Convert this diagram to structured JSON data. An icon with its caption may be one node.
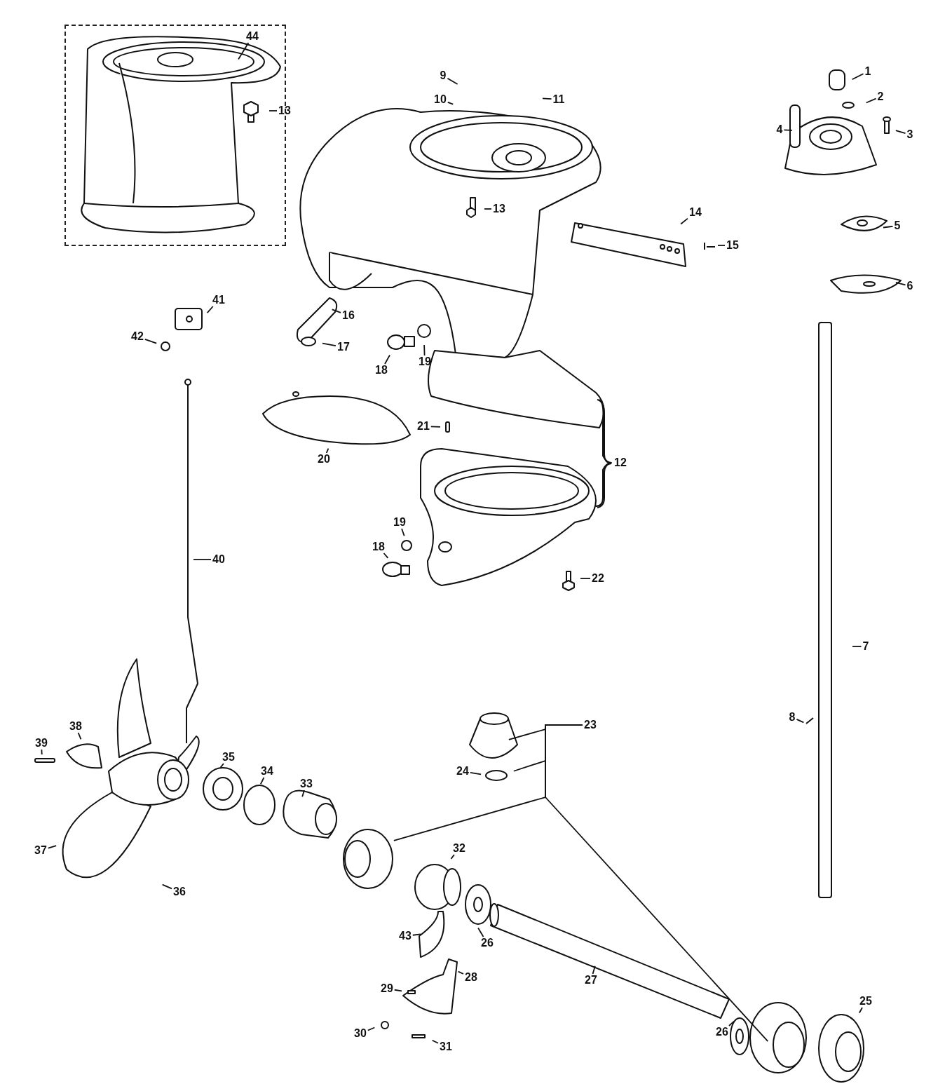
{
  "diagram": {
    "nodes": [
      {
        "text": [],
        "shape": "box"
      },
      {
        "text": [
          "44"
        ],
        "in": 0
      },
      {
        "text": [
          "13"
        ],
        "in": 0
      },
      {
        "text": [
          "9"
        ]
      },
      {
        "text": [
          "10"
        ]
      },
      {
        "text": [
          "11"
        ]
      },
      {
        "text": [
          "1"
        ]
      },
      {
        "text": [
          "2"
        ]
      },
      {
        "text": [
          "4"
        ]
      },
      {
        "text": [
          "3"
        ]
      },
      {
        "text": [
          "13"
        ]
      },
      {
        "text": [
          "14"
        ]
      },
      {
        "text": [
          "15"
        ]
      },
      {
        "text": [
          "5"
        ]
      },
      {
        "text": [
          "6"
        ]
      },
      {
        "text": [
          "41"
        ]
      },
      {
        "text": [
          "16"
        ]
      },
      {
        "text": [
          "42"
        ]
      },
      {
        "text": [
          "17"
        ]
      },
      {
        "text": [
          "18"
        ]
      },
      {
        "text": [
          "19"
        ]
      },
      {
        "text": [
          "21"
        ]
      },
      {
        "text": [
          "20"
        ]
      },
      {
        "text": [
          "19"
        ]
      },
      {
        "text": [
          "18"
        ]
      },
      {
        "text": [
          "22"
        ]
      },
      {
        "text": [
          "40"
        ]
      },
      {
        "text": [
          "7"
        ]
      },
      {
        "text": [
          "8"
        ]
      },
      {
        "text": [
          "23"
        ]
      },
      {
        "text": [
          "24"
        ]
      },
      {
        "text": [
          "38"
        ]
      },
      {
        "text": [
          "39"
        ]
      },
      {
        "text": [
          "35"
        ]
      },
      {
        "text": [
          "34"
        ]
      },
      {
        "text": [
          "33"
        ]
      },
      {
        "text": [
          "37"
        ]
      },
      {
        "text": [
          "36"
        ]
      },
      {
        "text": [
          "32"
        ]
      },
      {
        "text": [
          "43"
        ]
      },
      {
        "text": [
          "26"
        ]
      },
      {
        "text": [
          "27"
        ]
      },
      {
        "text": [
          "28"
        ]
      },
      {
        "text": [
          "29"
        ]
      },
      {
        "text": [
          "25"
        ]
      },
      {
        "text": [
          "30"
        ]
      },
      {
        "text": [
          "26"
        ]
      },
      {
        "text": [
          "31"
        ]
      }
    ],
    "edges": [
      {
        "from": 1,
        "to": null,
        "arrow": "none"
      },
      {
        "from": 2,
        "to": null,
        "arrow": "none"
      },
      {
        "from": 3,
        "to": null,
        "arrow": "none"
      },
      {
        "from": 4,
        "to": null,
        "arrow": "none"
      },
      {
        "from": 5,
        "to": null,
        "arrow": "none"
      },
      {
        "from": 6,
        "to": null,
        "arrow": "none"
      },
      {
        "from": 7,
        "to": null,
        "arrow": "none"
      },
      {
        "from": 8,
        "to": null,
        "arrow": "none"
      },
      {
        "from": 9,
        "to": null,
        "arrow": "none"
      },
      {
        "from": 10,
        "to": null,
        "arrow": "none"
      },
      {
        "from": 11,
        "to": null,
        "arrow": "none"
      },
      {
        "from": 12,
        "to": null,
        "arrow": "none"
      },
      {
        "from": 13,
        "to": null,
        "arrow": "none"
      },
      {
        "from": 14,
        "to": null,
        "arrow": "none"
      },
      {
        "from": 15,
        "to": null,
        "arrow": "none"
      },
      {
        "from": 16,
        "to": null,
        "arrow": "none"
      },
      {
        "from": 17,
        "to": null,
        "arrow": "none"
      },
      {
        "from": 18,
        "to": null,
        "arrow": "none"
      },
      {
        "from": 19,
        "to": null,
        "arrow": "none"
      },
      {
        "from": 20,
        "to": null,
        "arrow": "none"
      },
      {
        "from": 21,
        "to": null,
        "arrow": "none"
      },
      {
        "from": 22,
        "to": null,
        "arrow": "none"
      },
      {
        "from": 23,
        "to": null,
        "arrow": "none"
      },
      {
        "from": 24,
        "to": null,
        "arrow": "none"
      },
      {
        "from": 25,
        "to": null,
        "arrow": "none"
      },
      {
        "from": 26,
        "to": null,
        "arrow": "none"
      },
      {
        "from": 27,
        "to": null,
        "arrow": "none"
      },
      {
        "from": 28,
        "to": null,
        "arrow": "none"
      },
      {
        "from": 29,
        "to": null,
        "arrow": "none"
      },
      {
        "from": 29,
        "to": null,
        "arrow": "none"
      },
      {
        "from": 29,
        "to": null,
        "arrow": "none"
      },
      {
        "from": 29,
        "to": null,
        "arrow": "none"
      },
      {
        "from": 30,
        "to": null,
        "arrow": "none"
      },
      {
        "from": 31,
        "to": null,
        "arrow": "none"
      },
      {
        "from": 32,
        "to": null,
        "arrow": "none"
      },
      {
        "from": 33,
        "to": null,
        "arrow": "none"
      },
      {
        "from": 34,
        "to": null,
        "arrow": "none"
      },
      {
        "from": 35,
        "to": null,
        "arrow": "none"
      },
      {
        "from": 36,
        "to": null,
        "arrow": "none"
      },
      {
        "from": 37,
        "to": null,
        "arrow": "none"
      },
      {
        "from": 38,
        "to": null,
        "arrow": "none"
      },
      {
        "from": 39,
        "to": null,
        "arrow": "none"
      },
      {
        "from": 40,
        "to": null,
        "arrow": "none"
      },
      {
        "from": 41,
        "to": null,
        "arrow": "none"
      },
      {
        "from": 42,
        "to": null,
        "arrow": "none"
      },
      {
        "from": 43,
        "to": null,
        "arrow": "none"
      },
      {
        "from": 44,
        "to": null,
        "arrow": "none"
      },
      {
        "from": 45,
        "to": null,
        "arrow": "none"
      },
      {
        "from": 46,
        "to": null,
        "arrow": "none"
      },
      {
        "from": 47,
        "to": null,
        "arrow": "none"
      }
    ],
    "labels": [
      "12"
    ]
  }
}
